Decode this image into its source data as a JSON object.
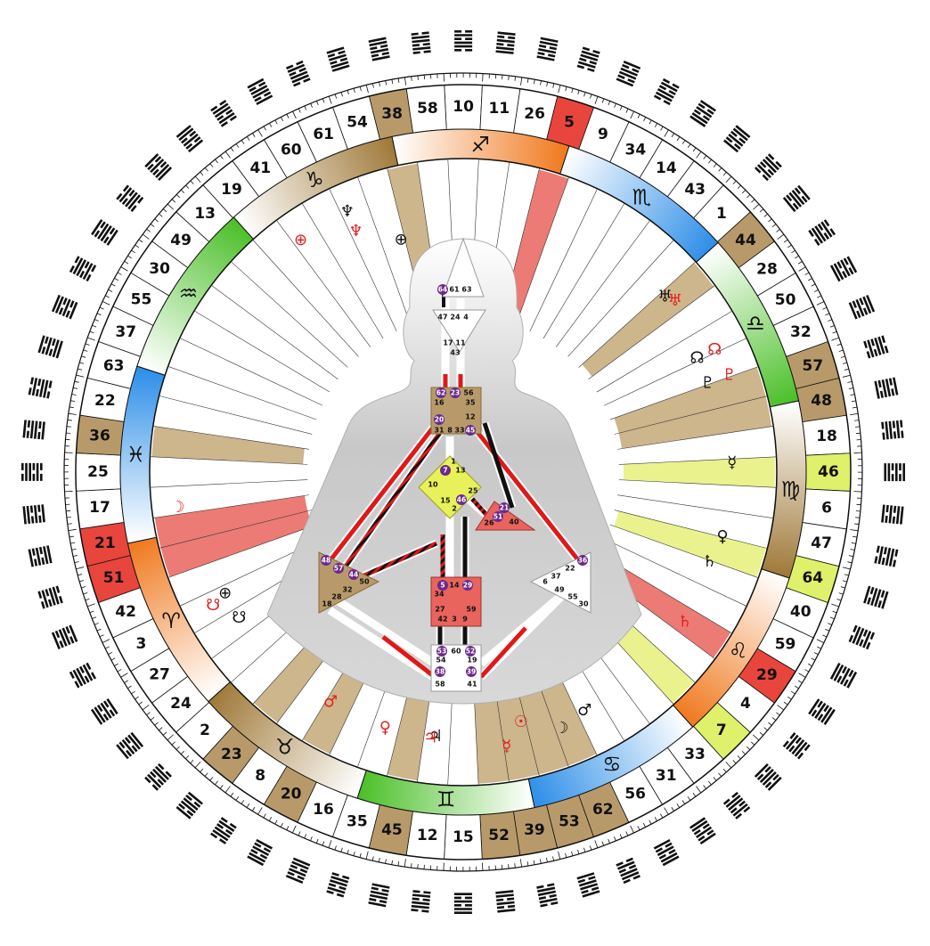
{
  "wheel": {
    "gates": [
      {
        "n": "10",
        "bg": "#ffffff"
      },
      {
        "n": "11",
        "bg": "#ffffff"
      },
      {
        "n": "26",
        "bg": "#ffffff"
      },
      {
        "n": "5",
        "bg": "#e8453c"
      },
      {
        "n": "9",
        "bg": "#ffffff"
      },
      {
        "n": "34",
        "bg": "#ffffff"
      },
      {
        "n": "14",
        "bg": "#ffffff"
      },
      {
        "n": "43",
        "bg": "#ffffff"
      },
      {
        "n": "1",
        "bg": "#ffffff"
      },
      {
        "n": "44",
        "bg": "#b89a6a"
      },
      {
        "n": "28",
        "bg": "#ffffff"
      },
      {
        "n": "50",
        "bg": "#ffffff"
      },
      {
        "n": "32",
        "bg": "#ffffff"
      },
      {
        "n": "57",
        "bg": "#b89a6a"
      },
      {
        "n": "48",
        "bg": "#b89a6a"
      },
      {
        "n": "18",
        "bg": "#ffffff"
      },
      {
        "n": "46",
        "bg": "#dff06a"
      },
      {
        "n": "6",
        "bg": "#ffffff"
      },
      {
        "n": "47",
        "bg": "#ffffff"
      },
      {
        "n": "64",
        "bg": "#dff06a"
      },
      {
        "n": "40",
        "bg": "#ffffff"
      },
      {
        "n": "59",
        "bg": "#ffffff"
      },
      {
        "n": "29",
        "bg": "#e8453c"
      },
      {
        "n": "4",
        "bg": "#ffffff"
      },
      {
        "n": "7",
        "bg": "#dff06a"
      },
      {
        "n": "33",
        "bg": "#ffffff"
      },
      {
        "n": "31",
        "bg": "#ffffff"
      },
      {
        "n": "56",
        "bg": "#ffffff"
      },
      {
        "n": "62",
        "bg": "#b89a6a"
      },
      {
        "n": "53",
        "bg": "#b89a6a"
      },
      {
        "n": "39",
        "bg": "#b89a6a"
      },
      {
        "n": "52",
        "bg": "#b89a6a"
      },
      {
        "n": "15",
        "bg": "#ffffff"
      },
      {
        "n": "12",
        "bg": "#ffffff"
      },
      {
        "n": "45",
        "bg": "#b89a6a"
      },
      {
        "n": "35",
        "bg": "#ffffff"
      },
      {
        "n": "16",
        "bg": "#ffffff"
      },
      {
        "n": "20",
        "bg": "#b89a6a"
      },
      {
        "n": "8",
        "bg": "#ffffff"
      },
      {
        "n": "23",
        "bg": "#b89a6a"
      },
      {
        "n": "2",
        "bg": "#ffffff"
      },
      {
        "n": "24",
        "bg": "#ffffff"
      },
      {
        "n": "27",
        "bg": "#ffffff"
      },
      {
        "n": "3",
        "bg": "#ffffff"
      },
      {
        "n": "42",
        "bg": "#ffffff"
      },
      {
        "n": "51",
        "bg": "#e8453c"
      },
      {
        "n": "21",
        "bg": "#e8453c"
      },
      {
        "n": "17",
        "bg": "#ffffff"
      },
      {
        "n": "25",
        "bg": "#ffffff"
      },
      {
        "n": "36",
        "bg": "#b89a6a"
      },
      {
        "n": "22",
        "bg": "#ffffff"
      },
      {
        "n": "63",
        "bg": "#ffffff"
      },
      {
        "n": "37",
        "bg": "#ffffff"
      },
      {
        "n": "55",
        "bg": "#ffffff"
      },
      {
        "n": "30",
        "bg": "#ffffff"
      },
      {
        "n": "49",
        "bg": "#ffffff"
      },
      {
        "n": "13",
        "bg": "#ffffff"
      },
      {
        "n": "19",
        "bg": "#ffffff"
      },
      {
        "n": "41",
        "bg": "#ffffff"
      },
      {
        "n": "60",
        "bg": "#ffffff"
      },
      {
        "n": "61",
        "bg": "#ffffff"
      },
      {
        "n": "54",
        "bg": "#ffffff"
      },
      {
        "n": "38",
        "bg": "#b89a6a"
      },
      {
        "n": "58",
        "bg": "#ffffff"
      }
    ],
    "signs": [
      {
        "glyph": "♐",
        "color": "#f07a20"
      },
      {
        "glyph": "♏",
        "color": "#2f8fe8"
      },
      {
        "glyph": "♎",
        "color": "#4cc02a"
      },
      {
        "glyph": "♍",
        "color": "#a07a3a"
      },
      {
        "glyph": "♌",
        "color": "#f07a20"
      },
      {
        "glyph": "♋",
        "color": "#2f8fe8"
      },
      {
        "glyph": "♊",
        "color": "#4cc02a"
      },
      {
        "glyph": "♉",
        "color": "#a07a3a"
      },
      {
        "glyph": "♈",
        "color": "#f07a20"
      },
      {
        "glyph": "♓",
        "color": "#2f8fe8"
      },
      {
        "glyph": "♒",
        "color": "#4cc02a"
      },
      {
        "glyph": "♑",
        "color": "#a07a3a"
      }
    ],
    "planets": [
      {
        "glyph": "♆",
        "color": "#111111"
      },
      {
        "glyph": "♆",
        "color": "#e02020"
      },
      {
        "glyph": "♅",
        "color": "#111111"
      },
      {
        "glyph": "♅",
        "color": "#e02020"
      },
      {
        "glyph": "☊",
        "color": "#111111"
      },
      {
        "glyph": "☊",
        "color": "#e02020"
      },
      {
        "glyph": "♇",
        "color": "#111111"
      },
      {
        "glyph": "♇",
        "color": "#e02020"
      },
      {
        "glyph": "⊕",
        "color": "#111111"
      },
      {
        "glyph": "☿",
        "color": "#111111"
      },
      {
        "glyph": "♀",
        "color": "#111111"
      },
      {
        "glyph": "♄",
        "color": "#111111"
      },
      {
        "glyph": "♄",
        "color": "#e02020"
      },
      {
        "glyph": "♂",
        "color": "#111111"
      },
      {
        "glyph": "☽",
        "color": "#111111"
      },
      {
        "glyph": "☉",
        "color": "#e02020"
      },
      {
        "glyph": "☿",
        "color": "#e02020"
      },
      {
        "glyph": "♃",
        "color": "#111111"
      },
      {
        "glyph": "♃",
        "color": "#e02020"
      },
      {
        "glyph": "♀",
        "color": "#e02020"
      },
      {
        "glyph": "♂",
        "color": "#e02020"
      },
      {
        "glyph": "☋",
        "color": "#111111"
      },
      {
        "glyph": "☋",
        "color": "#e02020"
      },
      {
        "glyph": "⊕",
        "color": "#111111"
      },
      {
        "glyph": "☽",
        "color": "#e02020"
      },
      {
        "glyph": "⊕",
        "color": "#e02020"
      }
    ]
  },
  "bodygraph": {
    "head": [
      "64",
      "61",
      "63"
    ],
    "ajna": [
      "47",
      "24",
      "4"
    ],
    "ajna_low": [
      "17",
      "11",
      "43"
    ],
    "throat": [
      "62",
      "23",
      "56",
      "16",
      "35",
      "20",
      "12",
      "31",
      "8",
      "33",
      "45"
    ],
    "g_center": [
      "1",
      "7",
      "13",
      "10",
      "25",
      "15",
      "46",
      "2"
    ],
    "heart": [
      "21",
      "51",
      "26",
      "40"
    ],
    "spleen": [
      "48",
      "57",
      "44",
      "50",
      "32",
      "28",
      "18"
    ],
    "sacral": [
      "5",
      "14",
      "29",
      "34",
      "27",
      "59",
      "42",
      "3",
      "9"
    ],
    "solar": [
      "36",
      "22",
      "37",
      "6",
      "49",
      "55",
      "30"
    ],
    "root": [
      "53",
      "60",
      "52",
      "54",
      "19",
      "38",
      "39",
      "58",
      "41"
    ]
  },
  "colors": {
    "personality_red": "#e01818",
    "design_black": "#111111",
    "defined_gate": "#6b2a8a",
    "body_grey": "#c9c9c9"
  }
}
